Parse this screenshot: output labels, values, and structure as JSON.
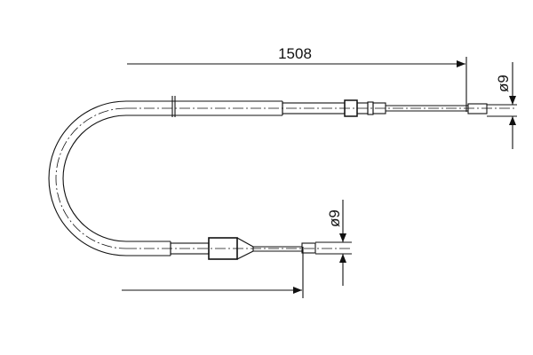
{
  "diagram": {
    "length_label": "1508",
    "top_diameter_label": "ø9",
    "bottom_diameter_label": "ø9",
    "line_color": "#111111"
  }
}
